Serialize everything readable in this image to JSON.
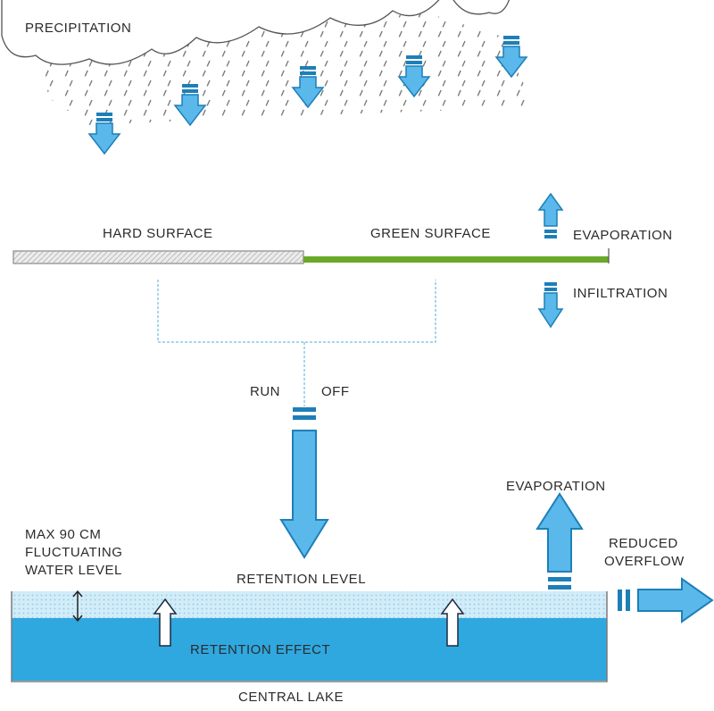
{
  "labels": {
    "precipitation": "PRECIPITATION",
    "hard_surface": "HARD SURFACE",
    "green_surface": "GREEN SURFACE",
    "evaporation_top": "EVAPORATION",
    "infiltration": "INFILTRATION",
    "run": "RUN",
    "off": "OFF",
    "evaporation_lake": "EVAPORATION",
    "reduced": "REDUCED",
    "overflow": "OVERFLOW",
    "max_line1": "MAX 90 CM",
    "max_line2": "FLUCTUATING",
    "max_line3": "WATER LEVEL",
    "retention_level": "RETENTION LEVEL",
    "retention_effect": "RETENTION EFFECT",
    "central_lake": "CENTRAL LAKE"
  },
  "colors": {
    "water": "#2fa8e0",
    "water_light": "#d2ecf8",
    "arrow_fill": "#5ab8ea",
    "arrow_stroke": "#1d7fb8",
    "green_surface": "#6aa82a",
    "hard_surface": "#d8d8d8",
    "runoff_line": "#8cc8ea"
  }
}
